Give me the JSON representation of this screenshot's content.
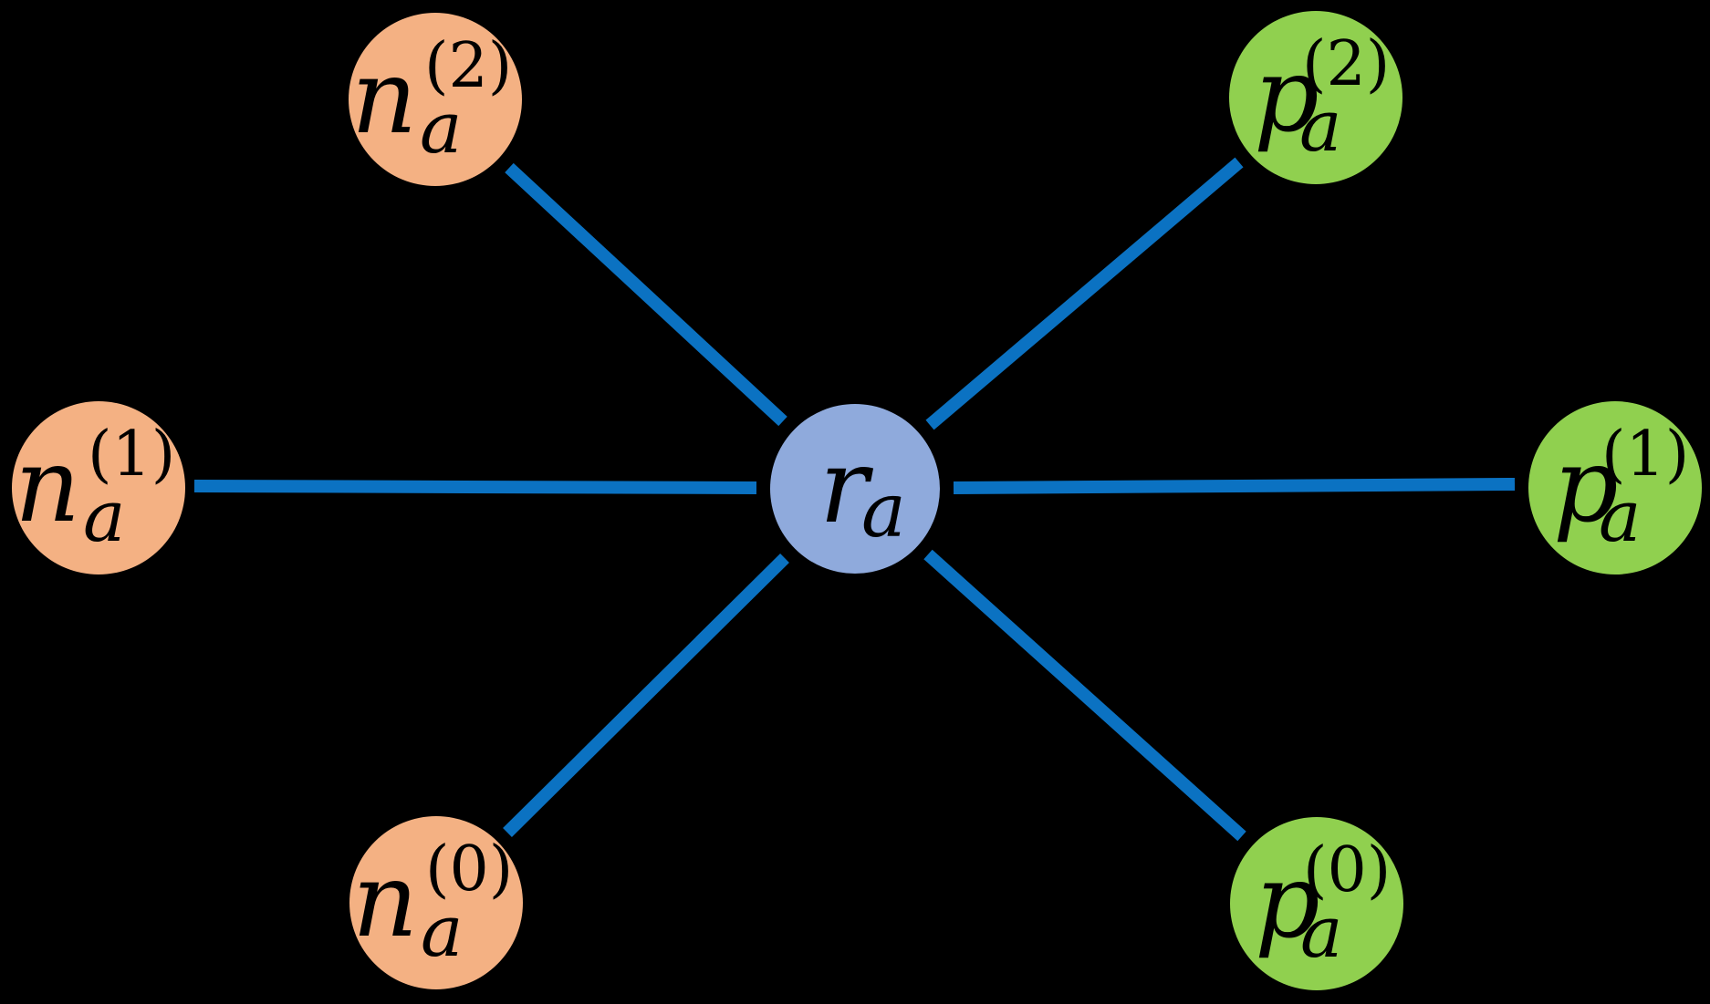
{
  "diagram": {
    "background": "#000000",
    "edge_color": "#0B72C2",
    "label_color": "#000000",
    "nodes": {
      "center": {
        "id": "r_a",
        "base": "r",
        "sub": "a",
        "sup": "",
        "fill": "#8FAADC"
      },
      "top_left": {
        "id": "n_a_2",
        "base": "n",
        "sub": "a",
        "sup": "(2)",
        "fill": "#F4B183"
      },
      "mid_left": {
        "id": "n_a_1",
        "base": "n",
        "sub": "a",
        "sup": "(1)",
        "fill": "#F4B183"
      },
      "bottom_left": {
        "id": "n_a_0",
        "base": "n",
        "sub": "a",
        "sup": "(0)",
        "fill": "#F4B183"
      },
      "top_right": {
        "id": "p_a_2",
        "base": "p",
        "sub": "a",
        "sup": "(2)",
        "fill": "#90D04F"
      },
      "mid_right": {
        "id": "p_a_1",
        "base": "p",
        "sub": "a",
        "sup": "(1)",
        "fill": "#90D04F"
      },
      "bottom_right": {
        "id": "p_a_0",
        "base": "p",
        "sub": "a",
        "sup": "(0)",
        "fill": "#90D04F"
      }
    },
    "edges": [
      {
        "from": "center",
        "to": "top_left"
      },
      {
        "from": "center",
        "to": "mid_left"
      },
      {
        "from": "center",
        "to": "bottom_left"
      },
      {
        "from": "center",
        "to": "top_right"
      },
      {
        "from": "center",
        "to": "mid_right"
      },
      {
        "from": "center",
        "to": "bottom_right"
      }
    ]
  }
}
